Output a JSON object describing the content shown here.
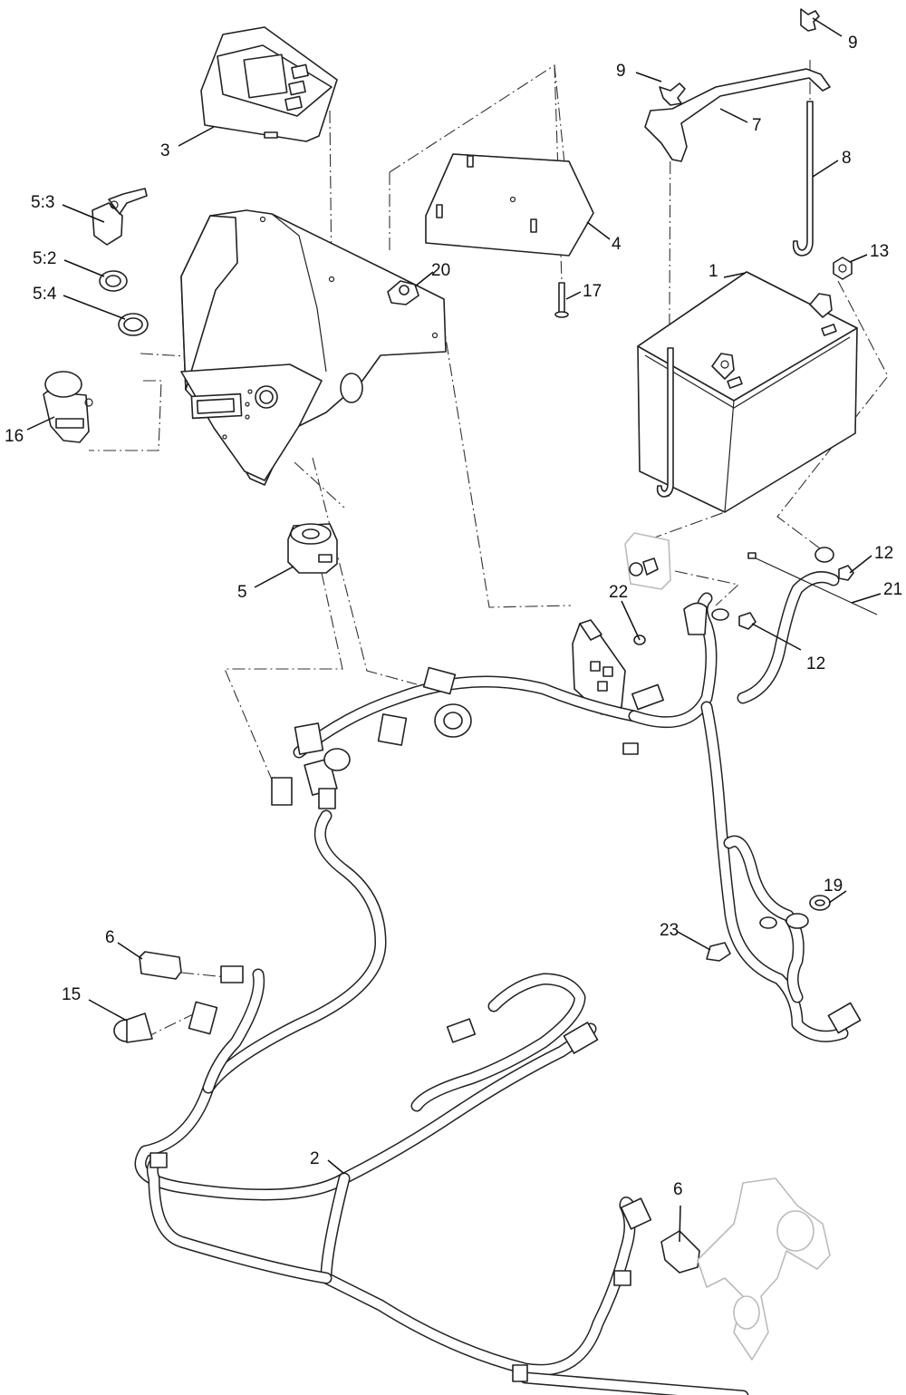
{
  "callouts": [
    {
      "id": "c1",
      "label": "1"
    },
    {
      "id": "c2",
      "label": "2"
    },
    {
      "id": "c3",
      "label": "3"
    },
    {
      "id": "c4",
      "label": "4"
    },
    {
      "id": "c5",
      "label": "5"
    },
    {
      "id": "c5_2",
      "label": "5:2"
    },
    {
      "id": "c5_3",
      "label": "5:3"
    },
    {
      "id": "c5_4",
      "label": "5:4"
    },
    {
      "id": "c6a",
      "label": "6"
    },
    {
      "id": "c6b",
      "label": "6"
    },
    {
      "id": "c7",
      "label": "7"
    },
    {
      "id": "c8",
      "label": "8"
    },
    {
      "id": "c9a",
      "label": "9"
    },
    {
      "id": "c9b",
      "label": "9"
    },
    {
      "id": "c12a",
      "label": "12"
    },
    {
      "id": "c12b",
      "label": "12"
    },
    {
      "id": "c13",
      "label": "13"
    },
    {
      "id": "c15",
      "label": "15"
    },
    {
      "id": "c16",
      "label": "16"
    },
    {
      "id": "c17",
      "label": "17"
    },
    {
      "id": "c19",
      "label": "19"
    },
    {
      "id": "c20",
      "label": "20"
    },
    {
      "id": "c21",
      "label": "21"
    },
    {
      "id": "c22",
      "label": "22"
    },
    {
      "id": "c23",
      "label": "23"
    }
  ]
}
